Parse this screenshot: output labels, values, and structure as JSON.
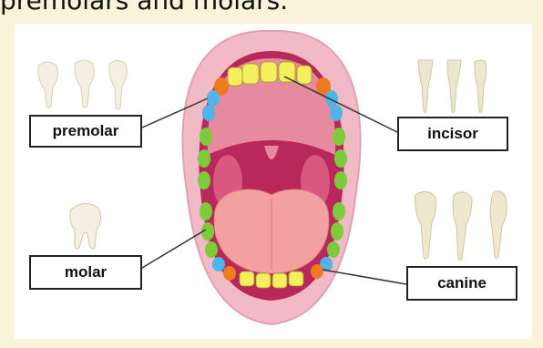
{
  "header": {
    "text": "premolars and molars."
  },
  "labels": {
    "premolar": "premolar",
    "incisor": "incisor",
    "molar": "molar",
    "canine": "canine"
  },
  "colors": {
    "background": "#fbf3d9",
    "incisor": "#f4ef5a",
    "canine": "#f07a1e",
    "premolar": "#4fb4e8",
    "molar": "#7ccc3a",
    "lips": "#f2b9c6",
    "palate": "#e58a9f",
    "throat": "#b8285a",
    "tongue": "#f2a0a0"
  }
}
